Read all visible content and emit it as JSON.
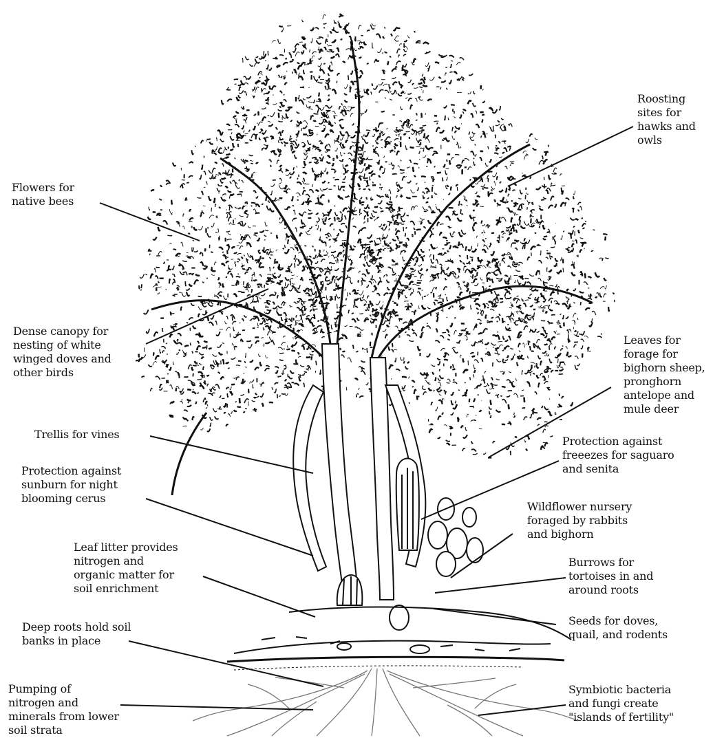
{
  "colors": {
    "ink": "#111111",
    "background": "#ffffff"
  },
  "labels": {
    "roosting": "Roosting\nsites for\nhawks and\nowls",
    "flowers": "Flowers for\nnative bees",
    "canopy": "Dense canopy for\nnesting of white\nwinged doves and\nother birds",
    "leaves": "Leaves for\nforage for\nbighorn sheep,\npronghorn\nantelope and\nmule deer",
    "trellis": "Trellis for vines",
    "freeze": "Protection against\nfreeezes for saguaro\nand senita",
    "sunburn": "Protection against\nsunburn for night\nblooming cerus",
    "wildflower": "Wildflower nursery\nforaged by rabbits\nand bighorn",
    "litter": "Leaf litter provides\nnitrogen and\norganic matter for\nsoil enrichment",
    "burrows": "Burrows for\ntortoises in and\naround roots",
    "seeds": "Seeds for doves,\nquail, and rodents",
    "deeproots": "Deep roots hold soil\nbanks in place",
    "pumping": "Pumping of\nnitrogen and\nminerals from lower\nsoil strata",
    "symbiotic": "Symbiotic bacteria\nand fungi create\n\"islands of fertility\""
  }
}
